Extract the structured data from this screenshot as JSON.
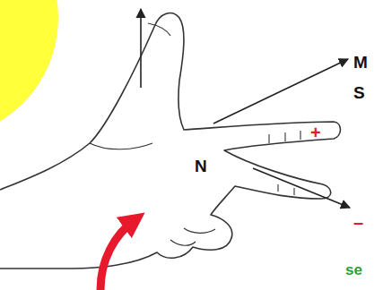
{
  "diagram": {
    "labels": [
      "M",
      "S",
      "N",
      "+",
      "–",
      "se"
    ]
  }
}
